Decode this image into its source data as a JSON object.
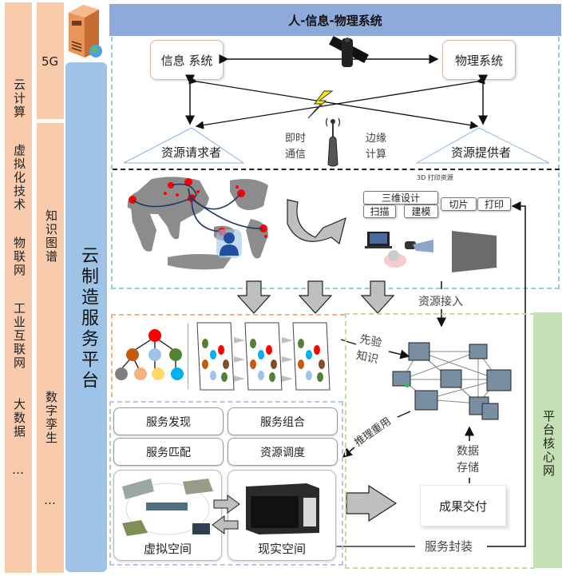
{
  "left_columns": {
    "technologies": [
      "云计算",
      "虚拟化技术",
      "物联网",
      "工业互联网",
      "大数据",
      "…"
    ],
    "column2_top": "5G",
    "column2_bottom": [
      "知识图谱",
      "数字孪生",
      "…"
    ]
  },
  "platform": {
    "title": "云制造服务平台",
    "server_icon": "server-globe-icon"
  },
  "cps": {
    "header": "人-信息-物理系统",
    "info_system": "信息 系统",
    "physical_system": "物理系统",
    "requester": "资源请求者",
    "provider": "资源提供者",
    "instant_comm": [
      "即时",
      "通信"
    ],
    "edge_compute": [
      "边缘",
      "计算"
    ]
  },
  "print_3d": {
    "title": "3D 打印资源",
    "steps": {
      "design": "三维设计",
      "scan": "扫描",
      "model": "建模",
      "slice": "切片",
      "print": "打印"
    }
  },
  "core": {
    "resource_access": "资源接入",
    "prior_knowledge": [
      "先验",
      "知识"
    ],
    "reasoning_reuse": "推理重用",
    "data_storage": [
      "数据",
      "存储"
    ],
    "delivery": "成果交付",
    "service_encapsulation": "服务封装",
    "core_network": "平台核心网"
  },
  "services": {
    "buttons": [
      "服务发现",
      "服务组合",
      "服务匹配",
      "资源调度"
    ],
    "virtual_space": "虚拟空间",
    "real_space": "现实空间"
  },
  "colors": {
    "peach": "#f8cbad",
    "blue_column": "#9dc3e6",
    "header_blue": "#8eaadb",
    "green_core": "#c5e0b4",
    "map_gray": "#8c8c8c",
    "node_red": "#ff0000"
  }
}
